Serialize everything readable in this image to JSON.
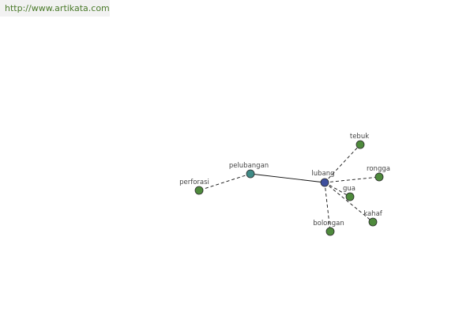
{
  "banner": {
    "url": "http://www.artikata.com"
  },
  "colors": {
    "center": "#3e4f9e",
    "hub": "#3f8a86",
    "leaf": "#4e8a3c",
    "node_stroke": "#2a2a2a",
    "edge": "#111111"
  },
  "graph": {
    "center_word": "lubang",
    "nodes": [
      {
        "id": "lubang",
        "label": "lubang",
        "kind": "center"
      },
      {
        "id": "pelubangan",
        "label": "pelubangan",
        "kind": "hub"
      },
      {
        "id": "perforasi",
        "label": "perforasi",
        "kind": "leaf"
      },
      {
        "id": "tebuk",
        "label": "tebuk",
        "kind": "leaf"
      },
      {
        "id": "rongga",
        "label": "rongga",
        "kind": "leaf"
      },
      {
        "id": "gua",
        "label": "gua",
        "kind": "leaf"
      },
      {
        "id": "kahaf",
        "label": "kahaf",
        "kind": "leaf"
      },
      {
        "id": "bolongan",
        "label": "bolongan",
        "kind": "leaf"
      }
    ],
    "edges": [
      {
        "from": "lubang",
        "to": "pelubangan",
        "style": "solid"
      },
      {
        "from": "pelubangan",
        "to": "perforasi",
        "style": "dashed"
      },
      {
        "from": "lubang",
        "to": "tebuk",
        "style": "dashed"
      },
      {
        "from": "lubang",
        "to": "rongga",
        "style": "dashed"
      },
      {
        "from": "lubang",
        "to": "gua",
        "style": "dashed"
      },
      {
        "from": "lubang",
        "to": "kahaf",
        "style": "dashed"
      },
      {
        "from": "lubang",
        "to": "bolongan",
        "style": "dashed"
      }
    ]
  }
}
